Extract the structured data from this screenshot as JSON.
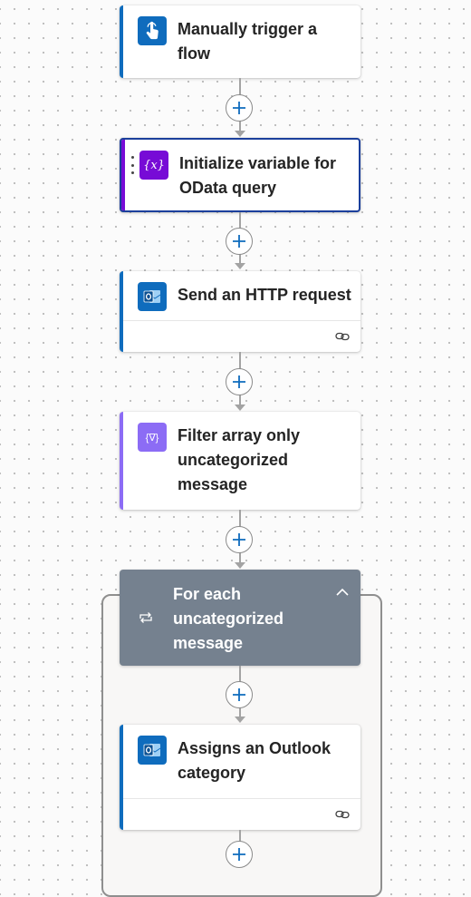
{
  "colors": {
    "trigger_accent": "#0f6cbd",
    "variable_accent": "#770bd6",
    "outlook_accent": "#0f6cbd",
    "filter_accent": "#8c6cf5",
    "foreach_bg": "#75818f",
    "selected_border": "#1b3f9c"
  },
  "steps": [
    {
      "title": "Manually trigger a flow",
      "icon": "hand-tap-icon"
    },
    {
      "title": "Initialize variable for OData query",
      "icon": "variable-icon",
      "icon_text": "{x}",
      "selected": true
    },
    {
      "title": "Send an HTTP request",
      "icon": "outlook-icon",
      "has_connection": true
    },
    {
      "title": "Filter array only uncategorized message",
      "icon": "data-operation-icon",
      "icon_text": "{∇}"
    },
    {
      "title": "For each uncategorized message",
      "icon": "loop-icon",
      "type": "foreach"
    },
    {
      "title": "Assigns an Outlook category",
      "icon": "outlook-icon",
      "has_connection": true
    }
  ]
}
